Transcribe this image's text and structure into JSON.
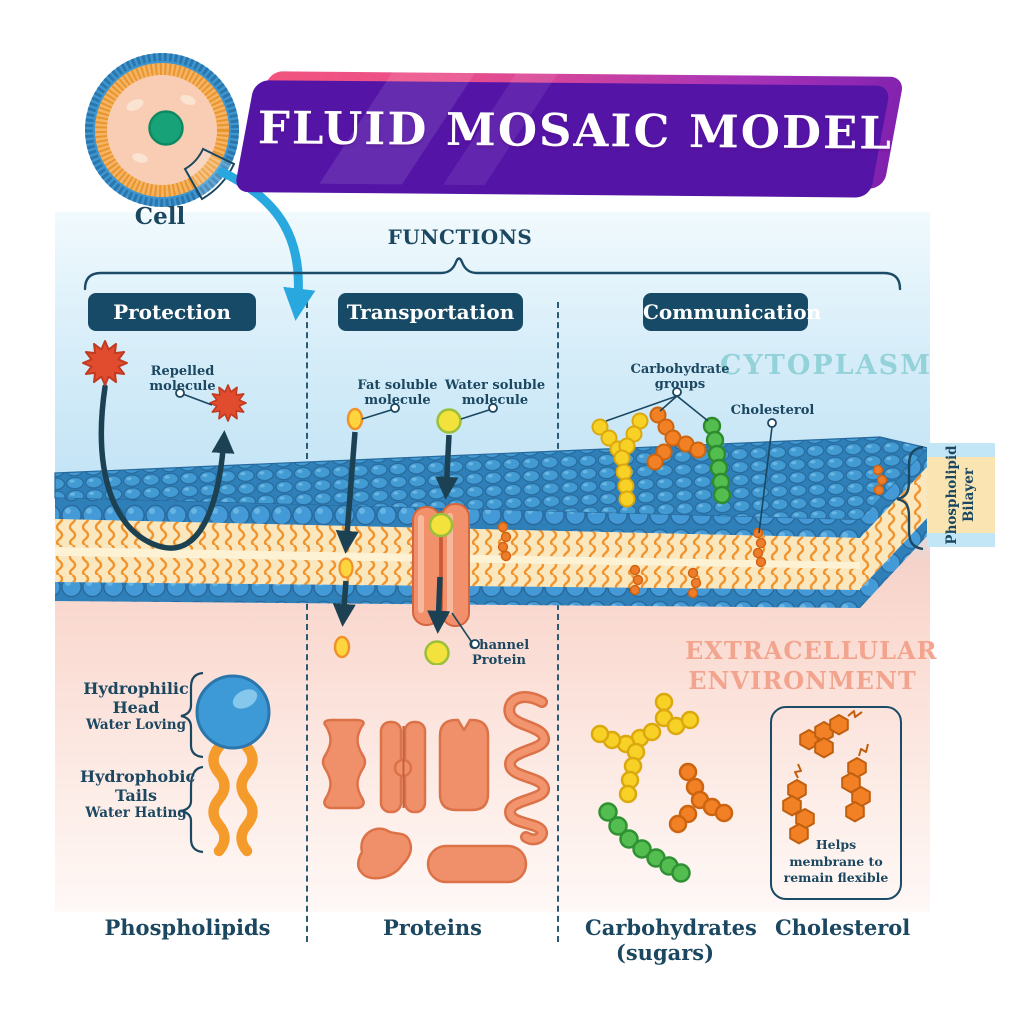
{
  "title": {
    "banner": "FLUID MOSAIC MODEL"
  },
  "cell": {
    "label": "Cell"
  },
  "functions": {
    "header": "FUNCTIONS",
    "sections": [
      {
        "label": "Protection"
      },
      {
        "label": "Transportation"
      },
      {
        "label": "Communication"
      }
    ]
  },
  "regions": {
    "cytoplasm": "CYTOPLASM",
    "extracellular": "EXTRACELLULAR ENVIRONMENT"
  },
  "annotations": {
    "repelled_molecule": "Repelled molecule",
    "fat_soluble": "Fat soluble molecule",
    "water_soluble": "Water soluble molecule",
    "carbohydrate_groups": "Carbohydrate groups",
    "cholesterol": "Cholesterol",
    "channel_protein": "Channel Protein",
    "bilayer_line1": "Phospholipid",
    "bilayer_line2": "Bilayer"
  },
  "legend": {
    "phospholipid": {
      "head_title": "Hydrophilic Head",
      "head_sub": "Water Loving",
      "tails_title": "Hydrophobic Tails",
      "tails_sub": "Water Hating",
      "label": "Phospholipids"
    },
    "proteins_label": "Proteins",
    "carbohydrates_label": "Carbohydrates",
    "carbohydrates_sub": "(sugars)",
    "cholesterol_label": "Cholesterol",
    "cholesterol_note": "Helps membrane to remain flexible"
  },
  "palette": {
    "navy_text": "#1b4760",
    "pill_bg": "#174a66",
    "banner_pink": "#f2547e",
    "banner_purple": "#7f21ae",
    "membrane_head_blue": "#449ad6",
    "membrane_tail_orange": "#f0932c",
    "membrane_tail_bg": "#fbe7bd",
    "protein_salmon": "#f0906b",
    "carb_yellow": "#f8d126",
    "carb_orange": "#f28024",
    "carb_green": "#53bd4f",
    "cytoplasm_text": "#93d2d9",
    "extracellular_text": "#f2a48e",
    "arrow_navy": "#1c4152",
    "arrow_blue": "#29a8e0",
    "repelled_red": "#e14c2e"
  }
}
